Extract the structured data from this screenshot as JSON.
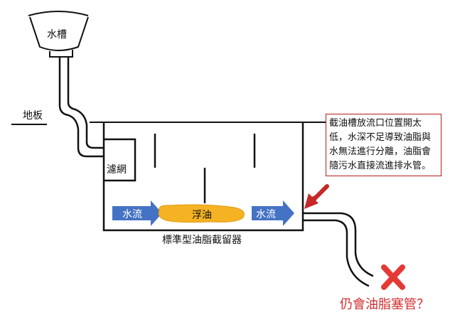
{
  "labels": {
    "sink": "水槽",
    "floor": "地板",
    "screen": "濾網",
    "flow_in": "水流",
    "floating_oil": "浮油",
    "flow_out": "水流",
    "trap_name": "標準型油脂截留器",
    "question": "仍會油脂塞管？"
  },
  "callout": {
    "text": "截油槽放流口位置開太低，水深不足導致油脂與水無法進行分離，油脂會隨污水直接流進排水管。"
  },
  "colors": {
    "arrow": "#4472c4",
    "oil": "#f5b324",
    "callout_border": "#b71c1c",
    "pointer_arrow": "#c62828",
    "x_mark": "#e53935",
    "question": "#d32f2f"
  },
  "icons": {
    "blockage": "x-mark-icon",
    "pointer": "red-arrow-icon"
  }
}
